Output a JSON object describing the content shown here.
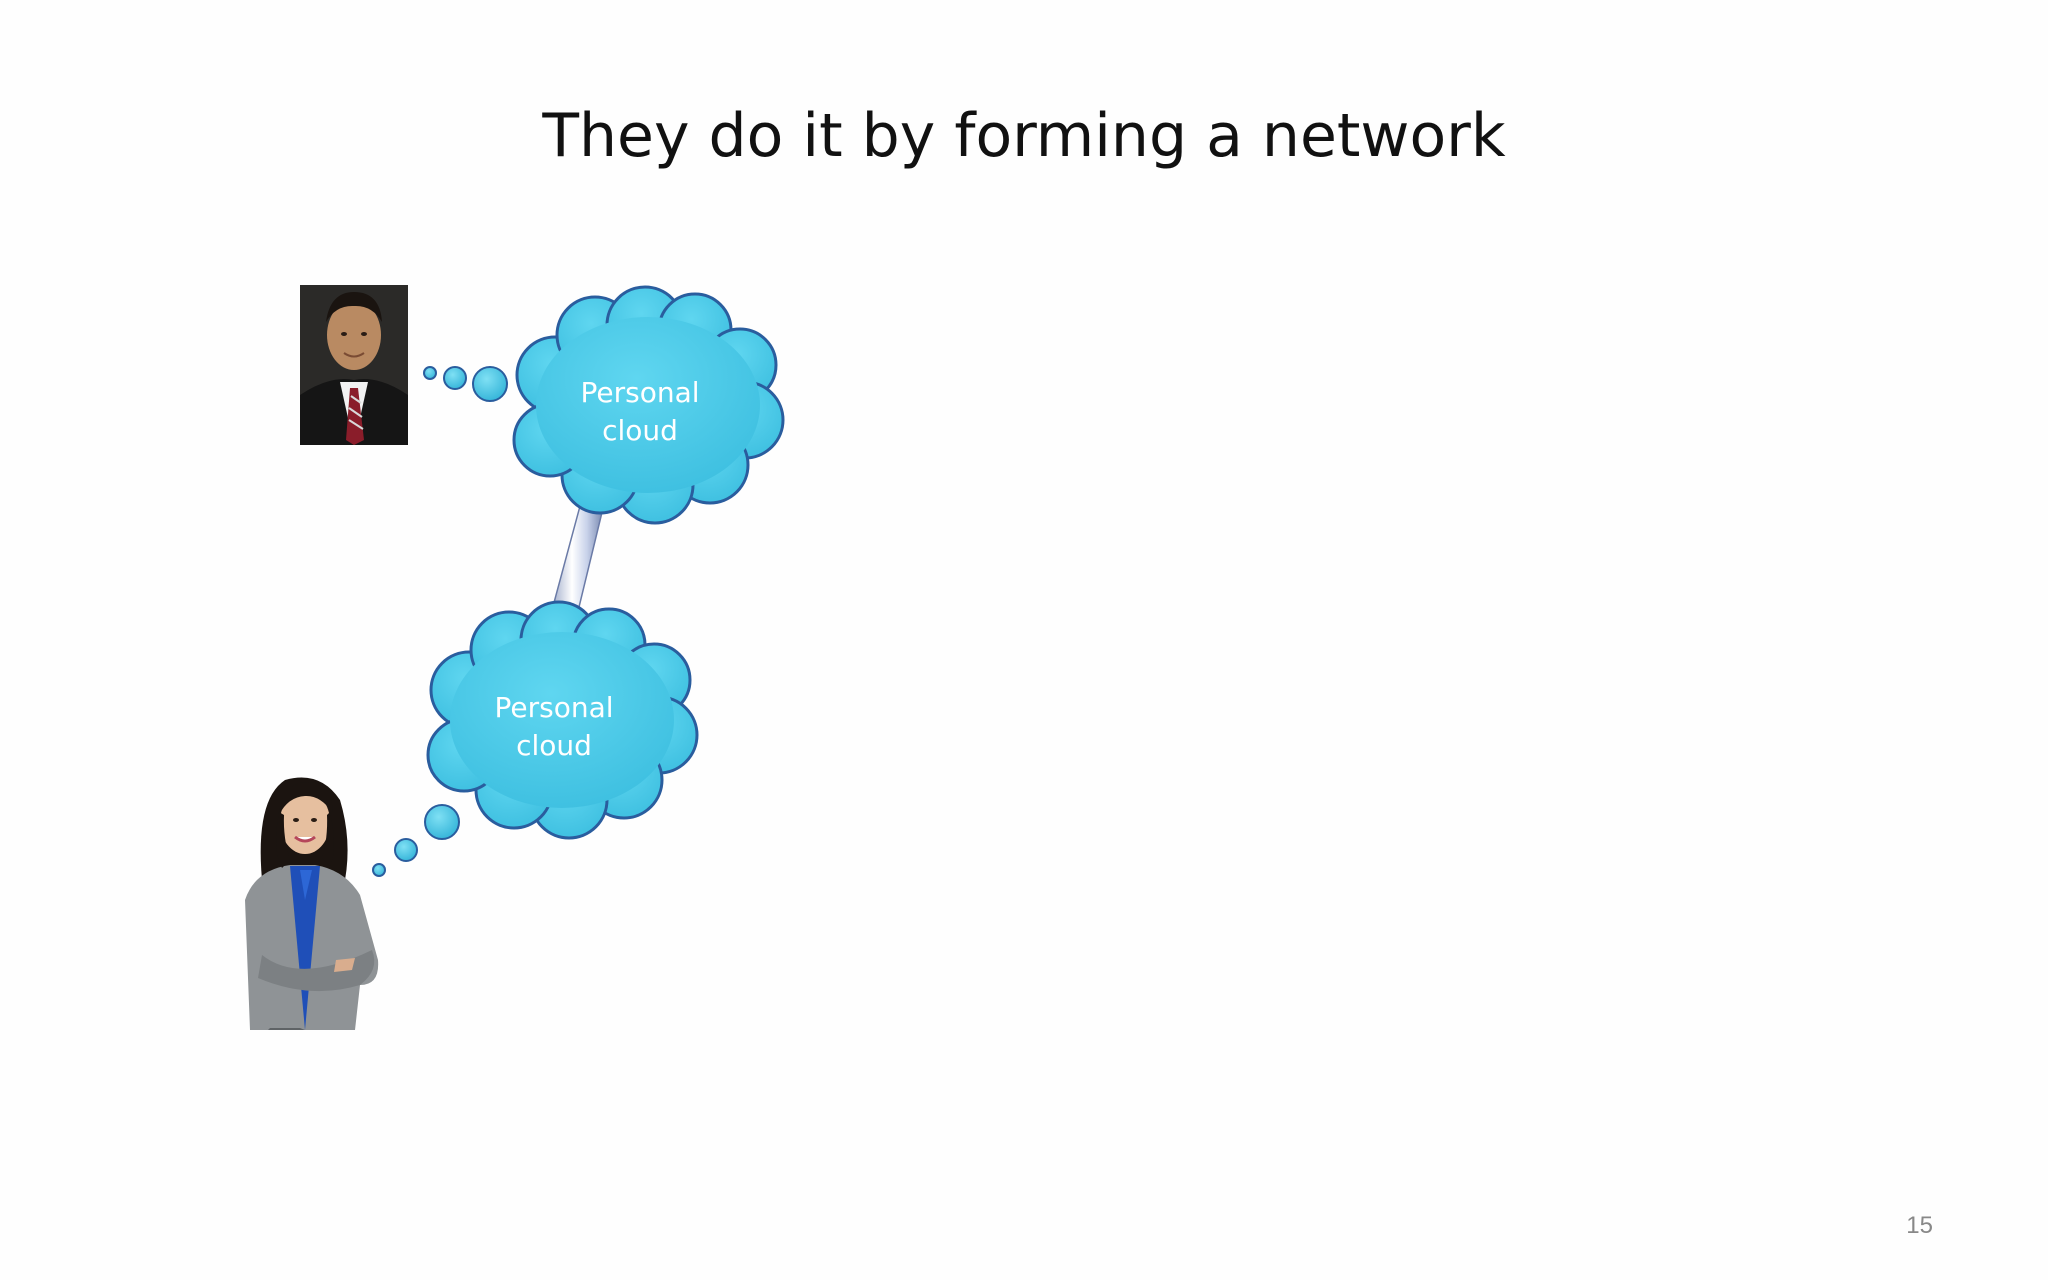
{
  "slide": {
    "title": "They do it by forming a network",
    "page_number": "15"
  },
  "clouds": [
    {
      "line1": "Personal",
      "line2": "cloud"
    },
    {
      "line1": "Personal",
      "line2": "cloud"
    }
  ],
  "colors": {
    "cloud_fill": "#4ccbe8",
    "cloud_outline": "#2a5d9e",
    "connector": "#c9d4e8"
  },
  "people": [
    {
      "icon": "man-portrait"
    },
    {
      "icon": "woman-portrait"
    }
  ]
}
